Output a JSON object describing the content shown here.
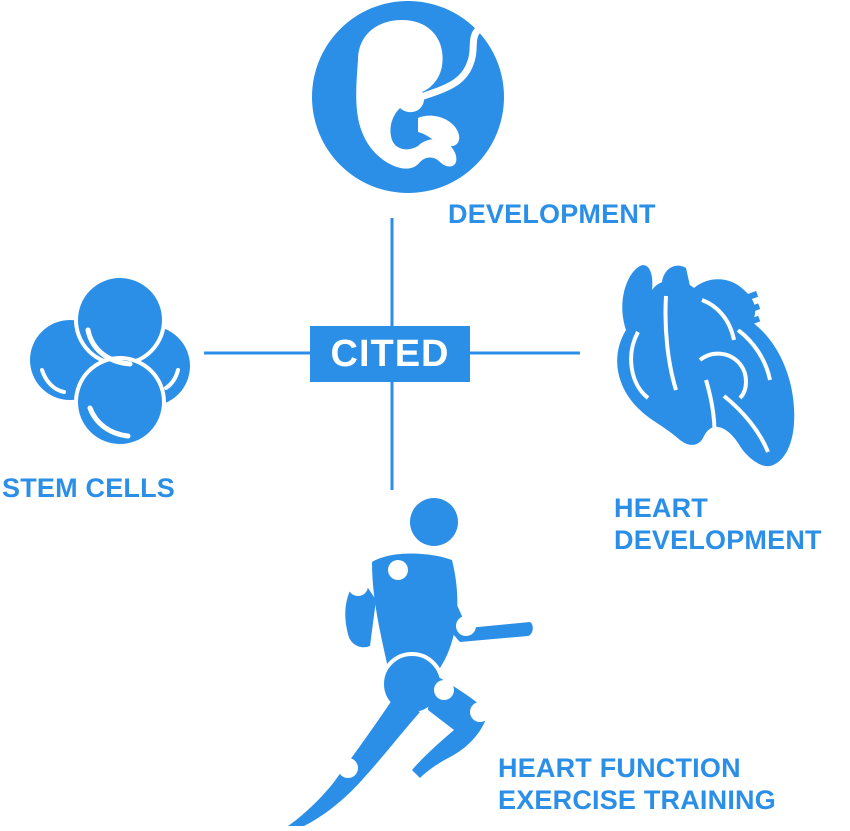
{
  "colors": {
    "accent": "#2B8FE8",
    "background": "#FFFFFF",
    "highlight": "#FFFFFF"
  },
  "center": {
    "label": "CITED"
  },
  "nodes": {
    "development": {
      "label": "DEVELOPMENT",
      "icon": "fetus-icon"
    },
    "stem_cells": {
      "label": "STEM CELLS",
      "icon": "stem-cells-icon"
    },
    "heart_development": {
      "line1": "HEART",
      "line2": "DEVELOPMENT",
      "icon": "heart-icon"
    },
    "heart_function": {
      "line1": "HEART FUNCTION",
      "line2": "EXERCISE TRAINING",
      "icon": "running-person-icon"
    }
  }
}
